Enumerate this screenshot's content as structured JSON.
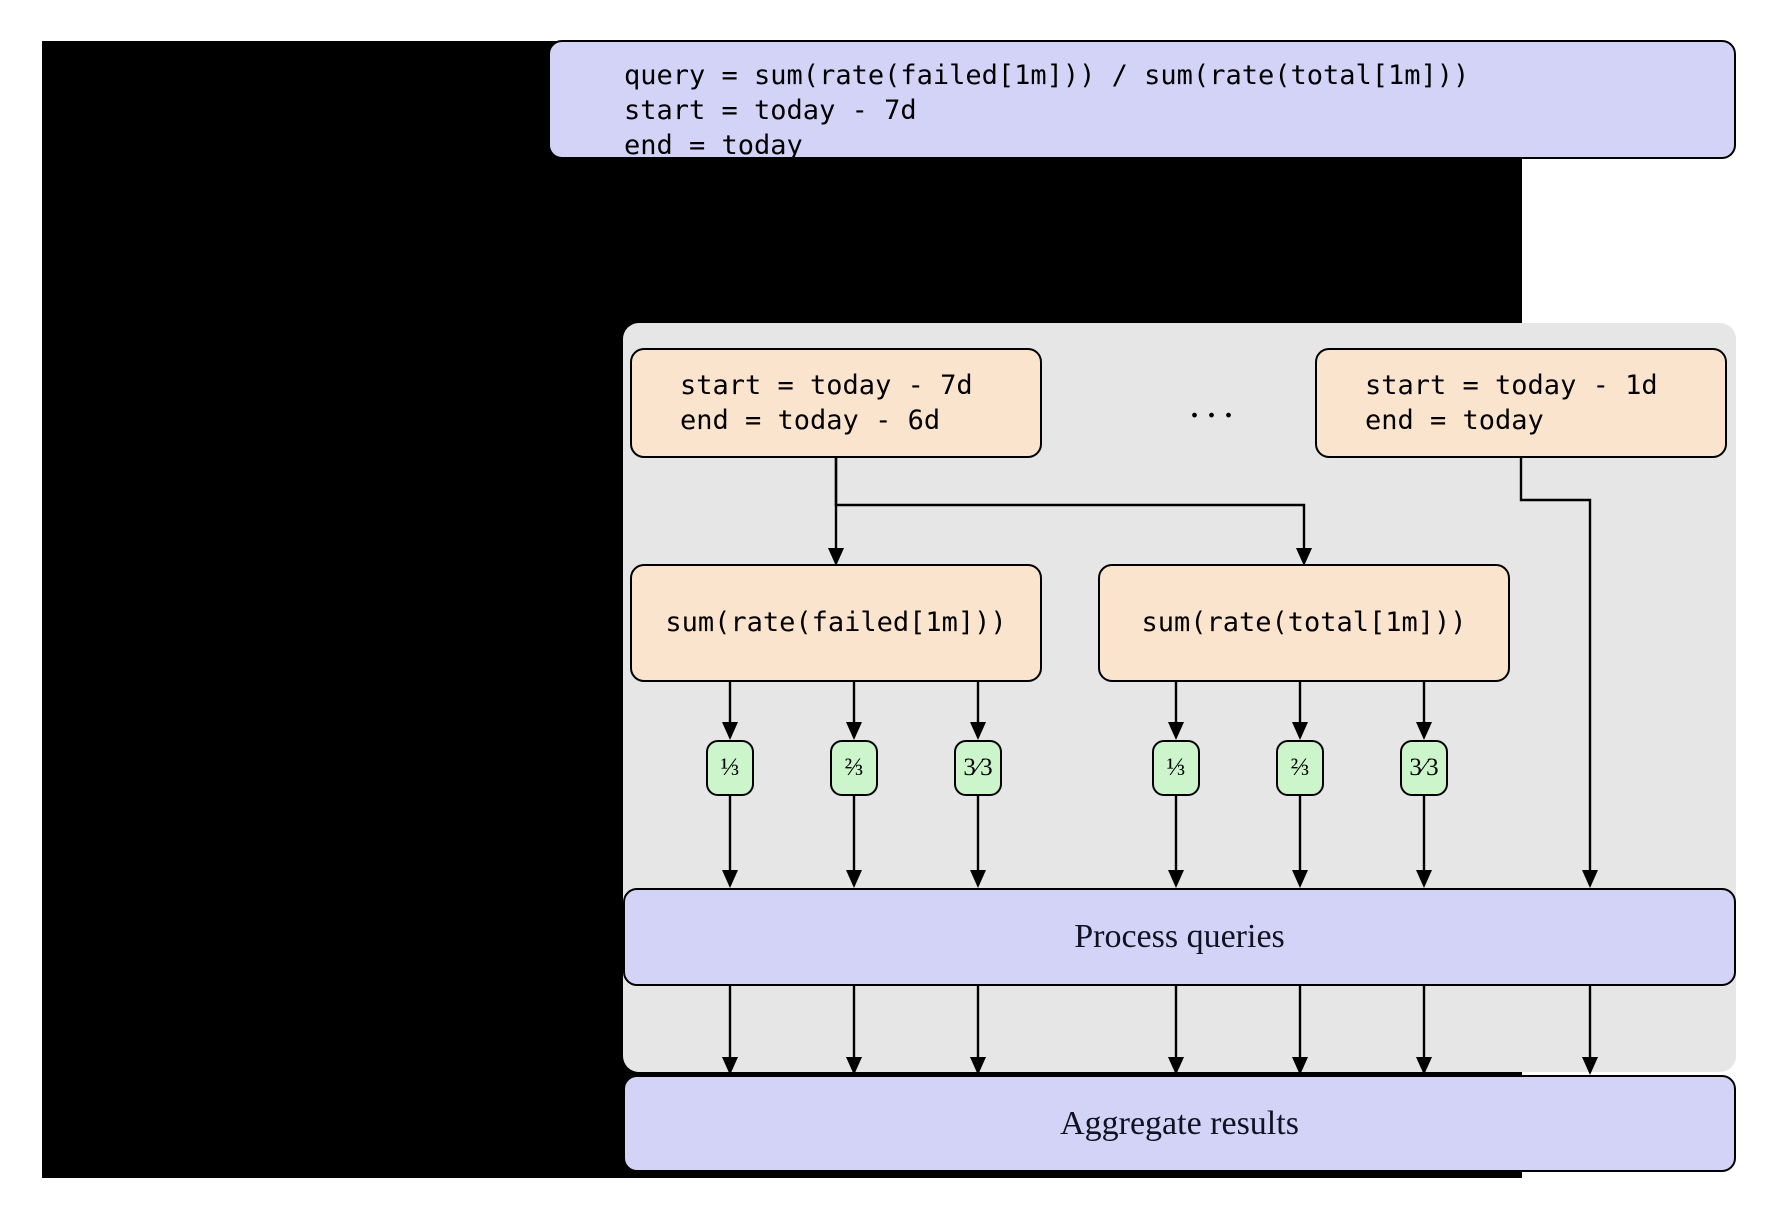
{
  "diagram": {
    "title_query_box": {
      "lines": [
        "query = sum(rate(failed[1m])) / sum(rate(total[1m]))",
        "start = today - 7d",
        "end = today"
      ]
    },
    "shards": [
      {
        "id": "shard-first",
        "lines": [
          "start = today - 7d",
          "end = today - 6d"
        ]
      },
      {
        "id": "shard-last",
        "lines": [
          "start = today - 1d",
          "end = today"
        ]
      }
    ],
    "ellipsis": "...",
    "subqueries": [
      {
        "id": "failed",
        "label": "sum(rate(failed[1m]))"
      },
      {
        "id": "total",
        "label": "sum(rate(total[1m]))"
      }
    ],
    "chips": [
      {
        "id": "failed-1",
        "label": "⅓",
        "numerator": 1,
        "denominator": 3,
        "group": "failed"
      },
      {
        "id": "failed-2",
        "label": "⅔",
        "numerator": 2,
        "denominator": 3,
        "group": "failed"
      },
      {
        "id": "failed-3",
        "label": "3⁄3",
        "numerator": 3,
        "denominator": 3,
        "group": "failed"
      },
      {
        "id": "total-1",
        "label": "⅓",
        "numerator": 1,
        "denominator": 3,
        "group": "total"
      },
      {
        "id": "total-2",
        "label": "⅔",
        "numerator": 2,
        "denominator": 3,
        "group": "total"
      },
      {
        "id": "total-3",
        "label": "3⁄3",
        "numerator": 3,
        "denominator": 3,
        "group": "total"
      }
    ],
    "stages": [
      {
        "id": "process",
        "label": "Process queries"
      },
      {
        "id": "aggregate",
        "label": "Aggregate results"
      }
    ],
    "colors": {
      "backdrop": "#000000",
      "purple_box": "#d3d3f7",
      "orange_box": "#fbe4cd",
      "green_chip": "#ccf5cc",
      "group_background": "#e6e6e6",
      "stroke": "#000000"
    }
  }
}
